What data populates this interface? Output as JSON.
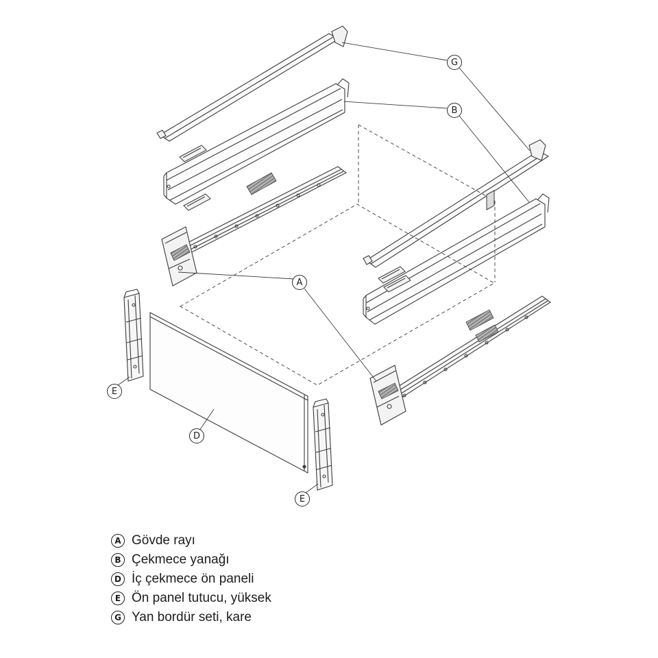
{
  "diagram": {
    "title_hidden": "",
    "callouts": {
      "a": "A",
      "b": "B",
      "d": "D",
      "e": "E",
      "g": "G"
    },
    "legend": [
      {
        "letter": "A",
        "label": "Gövde rayı"
      },
      {
        "letter": "B",
        "label": "Çekmece yanağı"
      },
      {
        "letter": "D",
        "label": "İç çekmece ön paneli"
      },
      {
        "letter": "E",
        "label": "Ön panel tutucu, yüksek"
      },
      {
        "letter": "G",
        "label": "Yan bordür seti, kare"
      }
    ],
    "colors": {
      "line": "#3a3a3a",
      "background": "#ffffff",
      "sticker": "#8c8c8c"
    }
  }
}
